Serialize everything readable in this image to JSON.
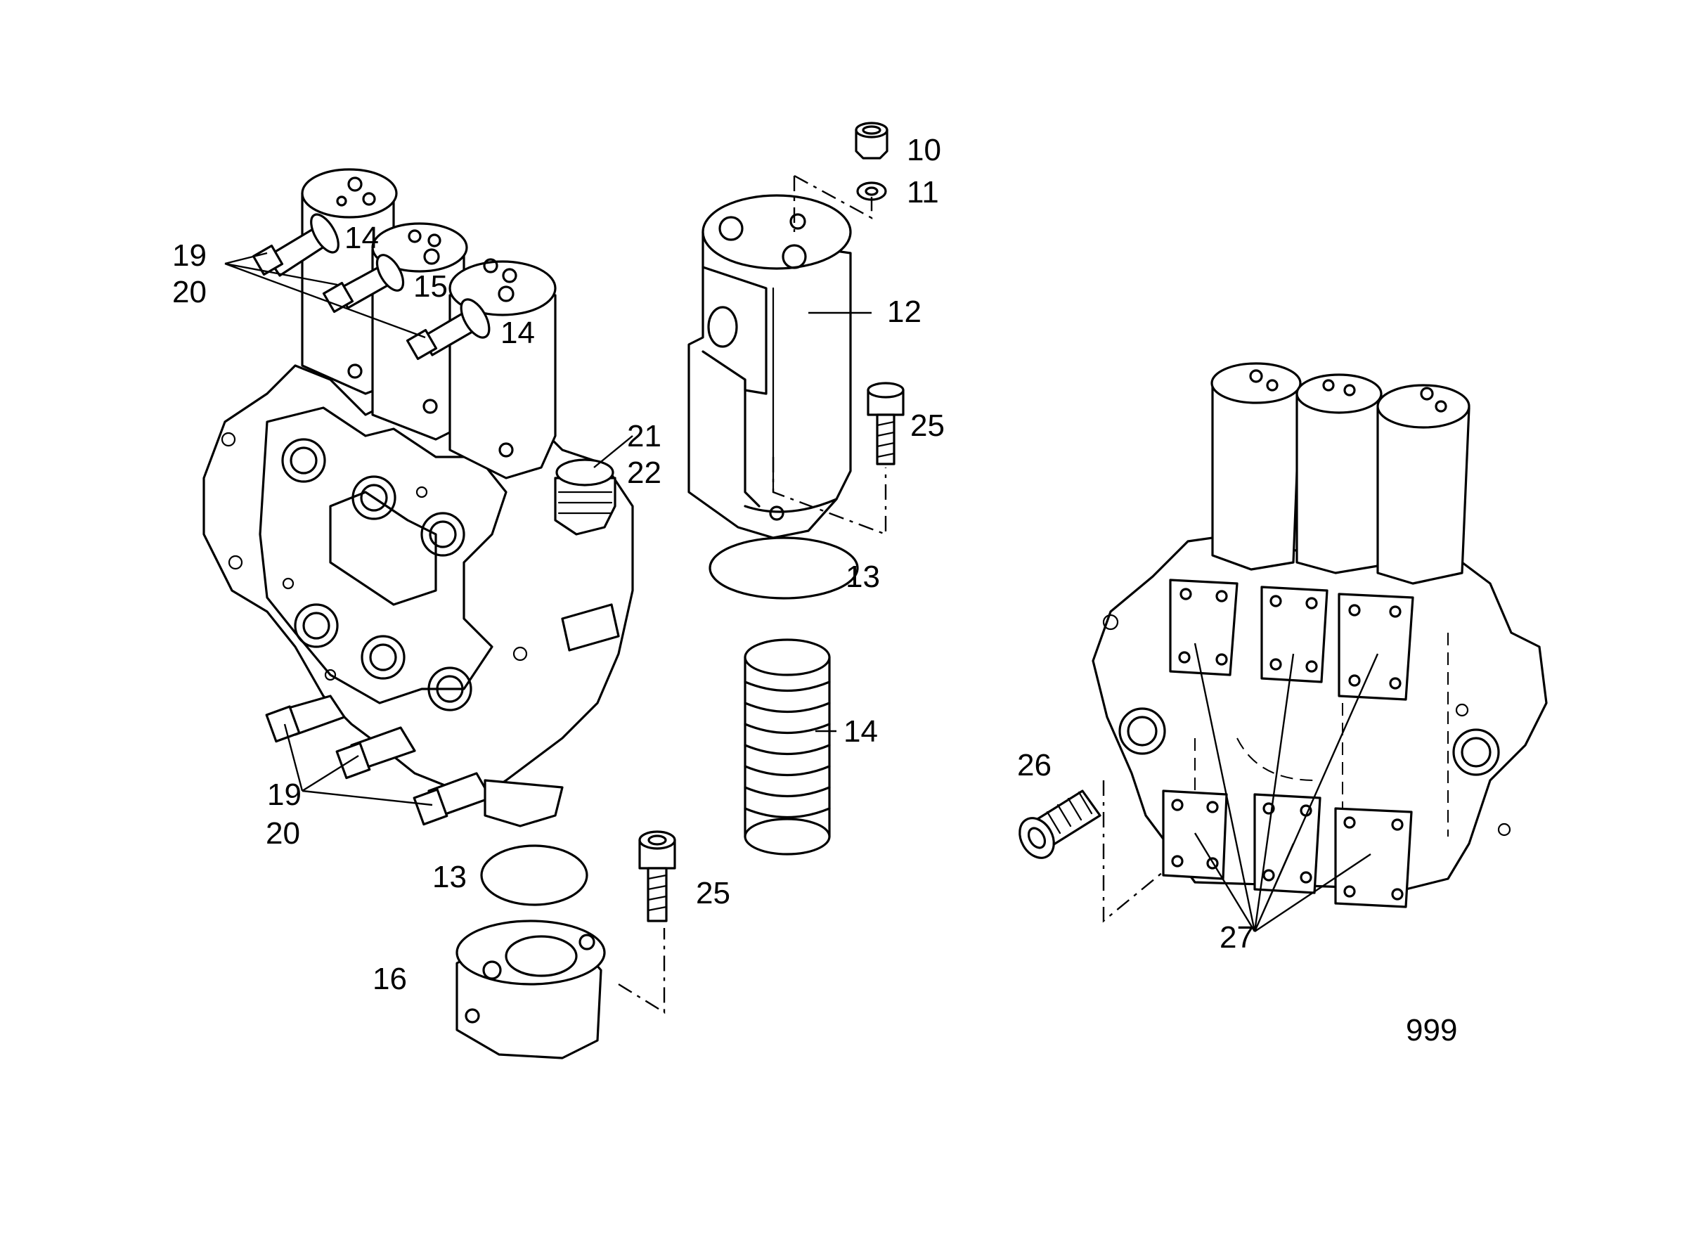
{
  "labels": {
    "l10": "10",
    "l11": "11",
    "l12": "12",
    "l13a": "13",
    "l13b": "13",
    "l14a": "14",
    "l14b": "14",
    "l14c": "14",
    "l15": "15",
    "l16": "16",
    "l19a": "19",
    "l20a": "20",
    "l19b": "19",
    "l20b": "20",
    "l21": "21",
    "l22": "22",
    "l25a": "25",
    "l25b": "25",
    "l26": "26",
    "l27": "27",
    "page_number": "999"
  }
}
